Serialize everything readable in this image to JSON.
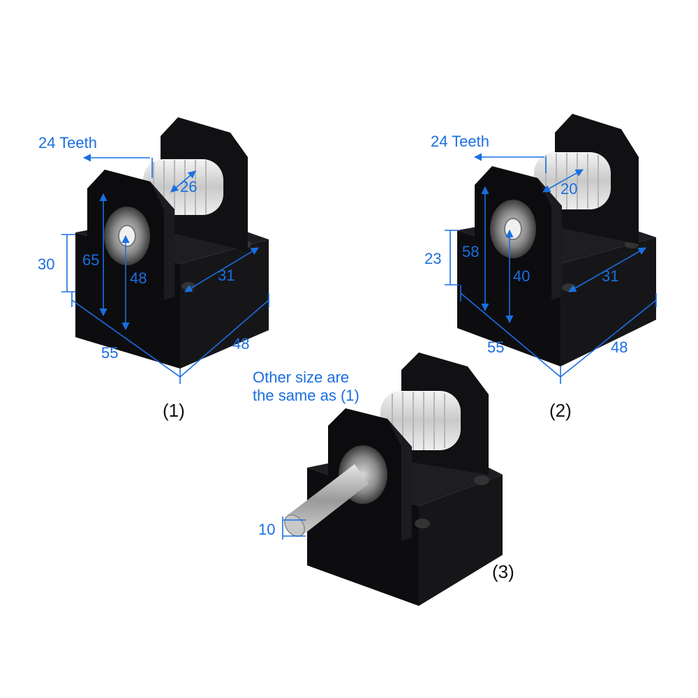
{
  "colors": {
    "dimension": "#1a6fe0",
    "block": "#0b0b0d",
    "pulley": "#dcdcdc",
    "caption": "#111111"
  },
  "products": [
    {
      "caption": "(1)",
      "teeth_label": "24 Teeth",
      "dims": {
        "pulley_width": "26",
        "total_height": "65",
        "center_height": "48",
        "base_height": "30",
        "slot_spacing": "31",
        "length": "55",
        "width": "48"
      }
    },
    {
      "caption": "(2)",
      "teeth_label": "24 Teeth",
      "dims": {
        "pulley_width": "20",
        "total_height": "58",
        "center_height": "40",
        "base_height": "23",
        "slot_spacing": "31",
        "length": "55",
        "width": "48"
      }
    },
    {
      "caption": "(3)",
      "note_line1": "Other size are",
      "note_line2": "the same as (1)",
      "dims": {
        "shaft_diameter": "10"
      }
    }
  ]
}
